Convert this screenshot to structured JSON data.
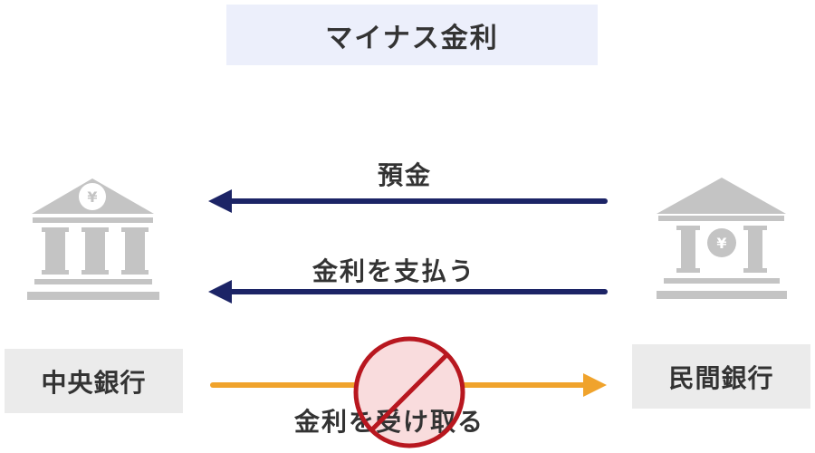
{
  "title": "マイナス金利",
  "central_bank": {
    "label": "中央銀行",
    "icon": "bank-yen-pediment-icon"
  },
  "private_bank": {
    "label": "民間銀行",
    "icon": "bank-yen-center-icon"
  },
  "flows": {
    "deposit": "預金",
    "pay_interest": "金利を支払う",
    "receive_interest": "金利を受け取る"
  },
  "yen_symbol": "¥",
  "colors": {
    "title_bg": "#eceffb",
    "label_bg": "#ebebeb",
    "bank_gray": "#c4c4c4",
    "arrow_navy": "#1c2466",
    "arrow_orange": "#f0a32c",
    "prohibit_red": "#b8171f",
    "prohibit_fill": "#f9dcdd"
  }
}
